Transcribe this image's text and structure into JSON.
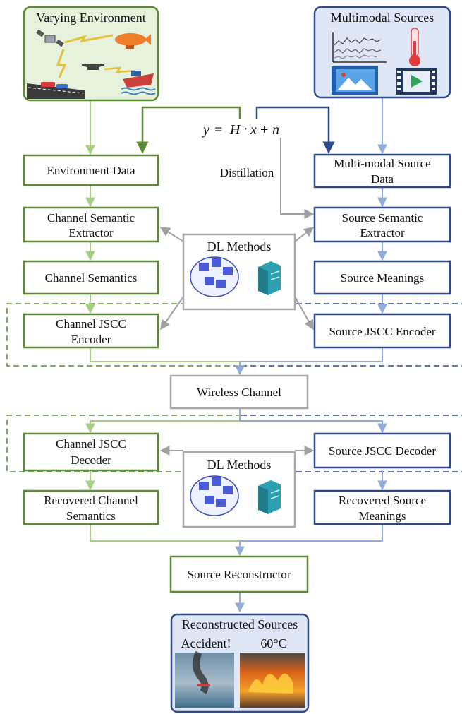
{
  "varying_environment": {
    "title": "Varying Environment"
  },
  "multimodal_sources": {
    "title": "Multimodal Sources"
  },
  "equation": {
    "y": "y",
    "eq": "= ",
    "H": "H",
    "dot": "·",
    "x": "x",
    "plus": "+",
    "n": "n"
  },
  "distillation_label": "Distillation",
  "boxes": {
    "environment_data": [
      "Environment Data"
    ],
    "multimodal_source_data": [
      "Multi-modal Source",
      "Data"
    ],
    "channel_semantic_extractor": [
      "Channel Semantic",
      "Extractor"
    ],
    "source_semantic_extractor": [
      "Source Semantic",
      "Extractor"
    ],
    "channel_semantics": [
      "Channel Semantics"
    ],
    "source_meanings": [
      "Source Meanings"
    ],
    "channel_jscc_encoder": [
      "Channel JSCC",
      "Encoder"
    ],
    "source_jscc_encoder": [
      "Source JSCC Encoder"
    ],
    "wireless_channel": [
      "Wireless Channel"
    ],
    "channel_jscc_decoder": [
      "Channel JSCC",
      "Decoder"
    ],
    "source_jscc_decoder": [
      "Source JSCC Decoder"
    ],
    "recovered_channel_semantics": [
      "Recovered Channel",
      "Semantics"
    ],
    "recovered_source_meanings": [
      "Recovered Source",
      "Meanings"
    ],
    "source_reconstructor": [
      "Source Reconstructor"
    ]
  },
  "dl_methods_top": "DL Methods",
  "dl_methods_bottom": "DL Methods",
  "reconstructed": {
    "title": "Reconstructed Sources",
    "caption_left": "Accident!",
    "caption_right": "60°C"
  },
  "colors": {
    "green": "#5b8c34",
    "green_light": "#a6cf84",
    "blue": "#2e4a8c",
    "blue_light": "#93acd9",
    "gray": "#a8a8a8",
    "panel_green_fill": "#e6f2dc",
    "panel_blue_fill": "#dfe6f6"
  },
  "icons": [
    "satellite-icon",
    "blimp-icon",
    "drone-icon",
    "ship-icon",
    "car-icon",
    "chart-icon",
    "thermometer-icon",
    "image-icon",
    "video-icon",
    "server-cluster-icon",
    "server-icon"
  ]
}
